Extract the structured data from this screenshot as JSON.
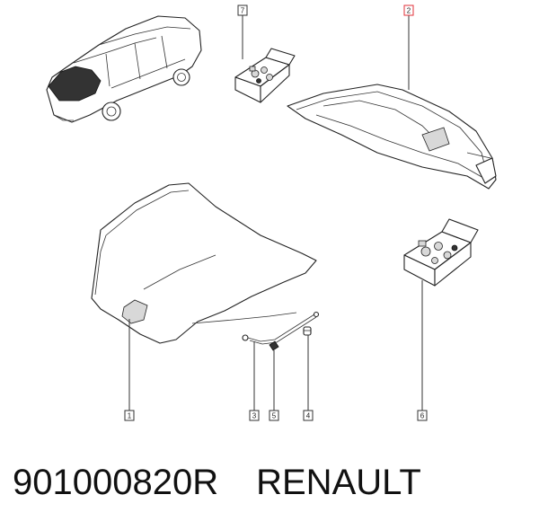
{
  "callouts": {
    "c1": "1",
    "c2": "2",
    "c3": "3",
    "c4": "4",
    "c5": "5",
    "c6": "6",
    "c7": "7"
  },
  "footer": {
    "part_number": "901000820R",
    "brand": "RENAULT"
  },
  "colors": {
    "line": "#222222",
    "highlight_callout": "#e0303a",
    "background": "#ffffff"
  }
}
